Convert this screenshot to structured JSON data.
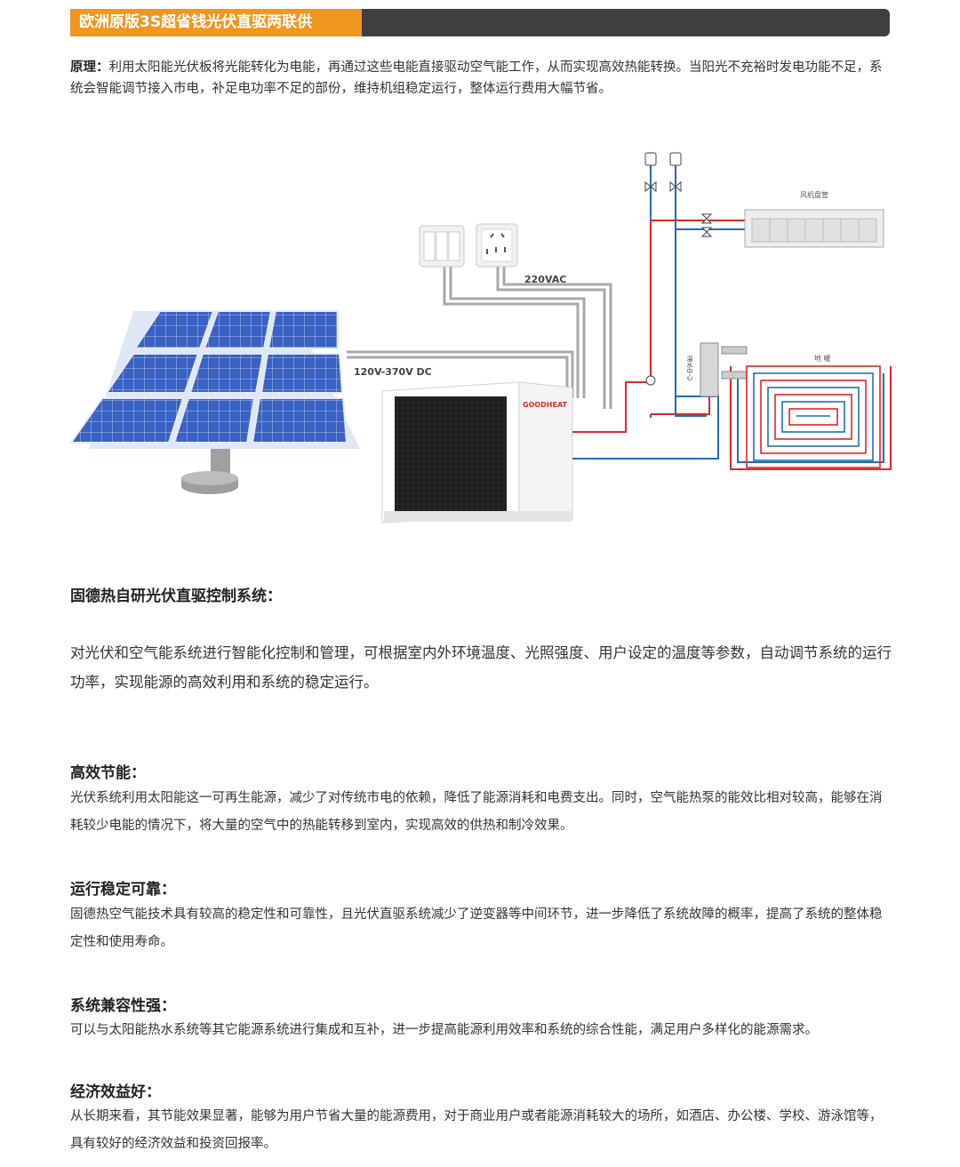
{
  "header": {
    "title": "欧洲原版3S超省钱光伏直驱两联供"
  },
  "principle": {
    "label": "原理：",
    "text": "利用太阳能光伏板将光能转化为电能，再通过这些电能直接驱动空气能工作，从而实现高效热能转换。当阳光不充裕时发电功能不足，系统会智能调节接入市电，补足电功率不足的部份，维持机组稳定运行，整体运行费用大幅节省。"
  },
  "diagram": {
    "ac_label": "220VAC",
    "dc_label": "120V-370V DC",
    "fan_coil_label": "风机盘管",
    "floor_heating_label": "地 暖",
    "water_center_label": "温水中心",
    "brand": "GOODHEAT",
    "colors": {
      "hot": "#e0262b",
      "cold": "#1f6fb8",
      "wire": "#9a9a9a",
      "panel": "#3a62c2"
    }
  },
  "control": {
    "title": "固德热自研光伏直驱控制系统：",
    "text": "对光伏和空气能系统进行智能化控制和管理，可根据室内外环境温度、光照强度、用户设定的温度等参数，自动调节系统的运行功率，实现能源的高效利用和系统的稳定运行。"
  },
  "features": [
    {
      "title": "高效节能：",
      "text": "光伏系统利用太阳能这一可再生能源，减少了对传统市电的依赖，降低了能源消耗和电费支出。同时，空气能热泵的能效比相对较高，能够在消耗较少电能的情况下，将大量的空气中的热能转移到室内，实现高效的供热和制冷效果。"
    },
    {
      "title": "运行稳定可靠：",
      "text": "固德热空气能技术具有较高的稳定性和可靠性，且光伏直驱系统减少了逆变器等中间环节，进一步降低了系统故障的概率，提高了系统的整体稳定性和使用寿命。"
    },
    {
      "title": "系统兼容性强：",
      "text": "可以与太阳能热水系统等其它能源系统进行集成和互补，进一步提高能源利用效率和系统的综合性能，满足用户多样化的能源需求。"
    },
    {
      "title": "经济效益好：",
      "text": "从长期来看，其节能效果显著，能够为用户节省大量的能源费用，对于商业用户或者能源消耗较大的场所，如酒店、办公楼、学校、游泳馆等，具有较好的经济效益和投资回报率。"
    }
  ]
}
